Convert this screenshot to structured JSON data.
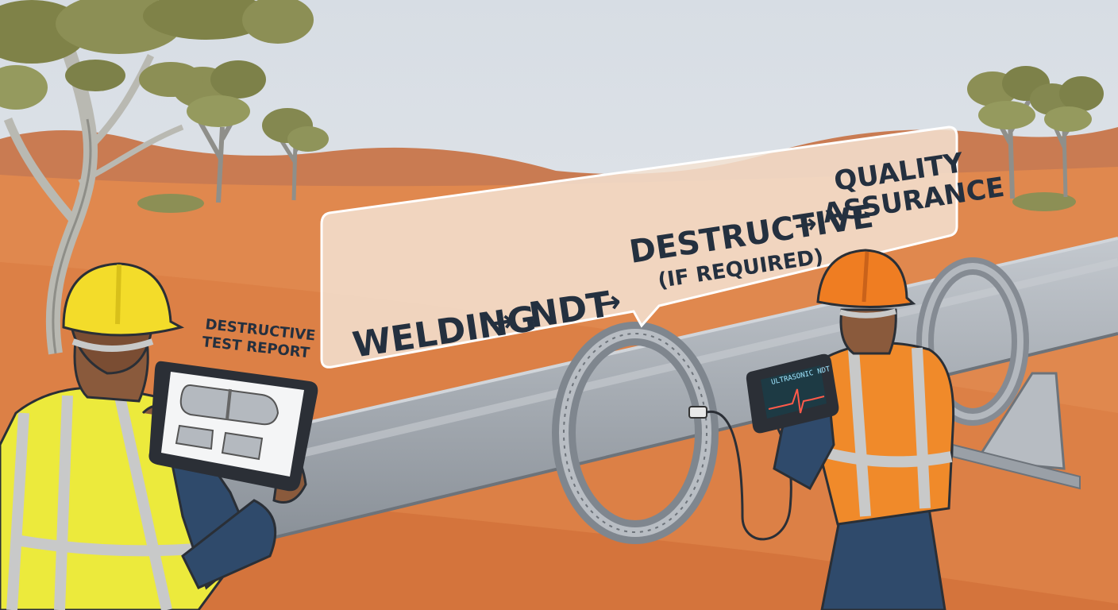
{
  "flow": {
    "step1": "WELDING",
    "step2": "NDT",
    "step3": "DESTRUCTIVE",
    "step3_note": "(IF REQUIRED)",
    "step4_line1": "QUALITY",
    "step4_line2": "ASSURANCE",
    "arrow": "→"
  },
  "tablet": {
    "caption_line1": "DESTRUCTIVE",
    "caption_line2": "TEST REPORT"
  },
  "ndt_device": {
    "screen_label": "ULTRASONIC NDT"
  },
  "colors": {
    "sky": "#dfe4ea",
    "ground": "#e0884e",
    "pipe": "#9aa1a9",
    "helmet_left": "#f3dc2a",
    "helmet_right": "#ef7d22",
    "vest_left": "#ecea3c",
    "vest_right": "#f08a2a",
    "text": "#24303f"
  }
}
